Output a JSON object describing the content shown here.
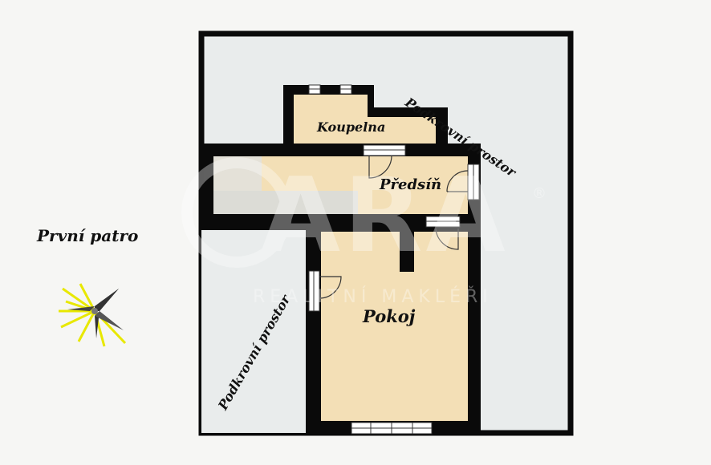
{
  "floor": {
    "label": "První patro"
  },
  "rooms": {
    "koupelna": "Koupelna",
    "predsin": "Předsíň",
    "pokoj": "Pokoj"
  },
  "attic": {
    "right": "Podkrovní prostor",
    "left": "Podkrovní prostor"
  },
  "watermark": {
    "logo": "ARA",
    "tagline": "REALITNÍ MAKLÉŘI",
    "registered_mark": "®"
  },
  "colors": {
    "wall": "#0a0a0a",
    "room_fill": "#f3dfb6",
    "attic_fill": "#e9ecec",
    "background": "#f6f6f4",
    "compass_yellow": "#ffff33"
  },
  "icons": [
    "compass-star-icon"
  ]
}
